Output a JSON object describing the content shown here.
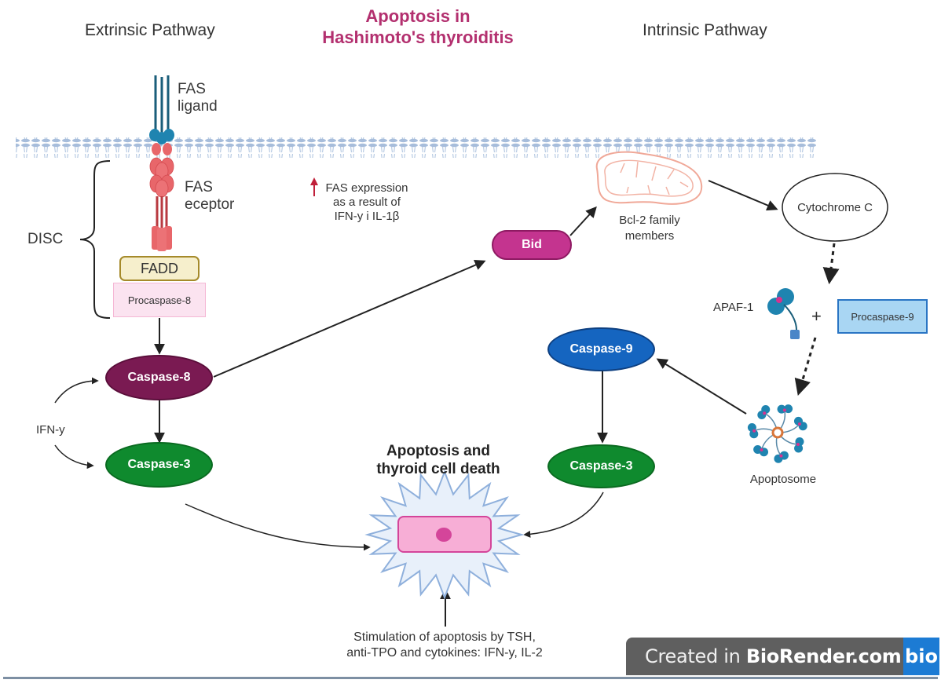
{
  "title": {
    "line1": "Apoptosis in",
    "line2": "Hashimoto's thyroiditis",
    "color": "#b3306f"
  },
  "headings": {
    "extrinsic": "Extrinsic Pathway",
    "intrinsic": "Intrinsic Pathway"
  },
  "extrinsic": {
    "fas_ligand": [
      "FAS",
      "ligand"
    ],
    "fas_receptor": [
      "FAS",
      "eceptor"
    ],
    "disc_label": "DISC",
    "fadd": "FADD",
    "procaspase8": "Procaspase-8",
    "caspase8": "Caspase-8",
    "caspase3": "Caspase-3",
    "ifn_label": "IFN-y",
    "fas_expression_note": [
      "FAS expression",
      "as a result of",
      "IFN-y i IL-1β"
    ],
    "up_arrow_icon": "up-arrow-icon"
  },
  "intrinsic": {
    "bid": "Bid",
    "bcl2_label": [
      "Bcl-2 family",
      "members"
    ],
    "cytochrome_c": "Cytochrome C",
    "apaf1": "APAF-1",
    "plus": "+",
    "procaspase9": "Procaspase-9",
    "apoptosome": "Apoptosome",
    "caspase9": "Caspase-9",
    "caspase3": "Caspase-3"
  },
  "center": {
    "outcome": [
      "Apoptosis and",
      "thyroid cell death"
    ],
    "stimulation": [
      "Stimulation of apoptosis by TSH,",
      "anti-TPO and cytokines: IFN-y, IL-2"
    ]
  },
  "footer": {
    "created_in": "Created in ",
    "brand": "BioRender.com",
    "logo": "bio"
  },
  "colors": {
    "caspase8": "#7a1a52",
    "caspase3": "#0f8a2e",
    "caspase9": "#1565c0",
    "bid": "#c4348f",
    "fas_receptor": "#e85e63",
    "fas_ligand": "#1a6a8a",
    "membrane": "#9fb7d6",
    "fadd_fill": "#f6efcc",
    "fadd_border": "#a58a2a",
    "procaspase8_fill": "#fbe3f0",
    "procaspase9_fill": "#a9d6f3",
    "mitochondrion": "#f0a898"
  }
}
